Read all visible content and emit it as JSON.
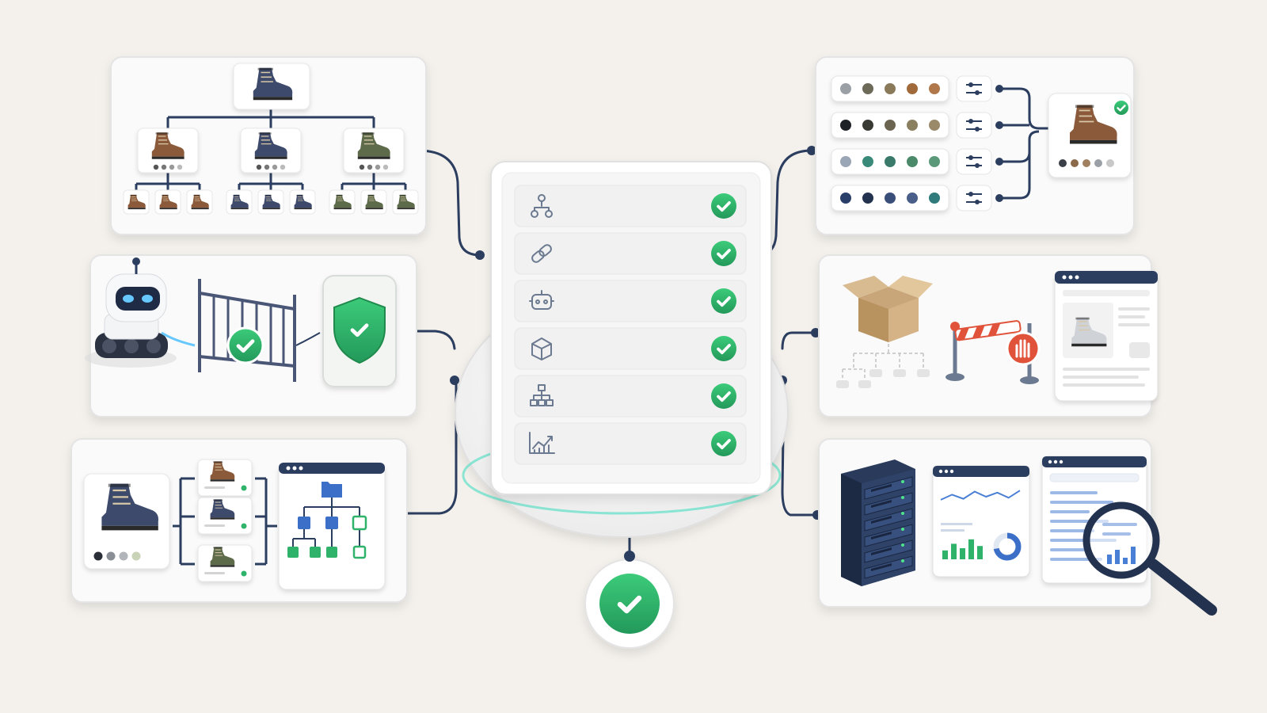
{
  "colors": {
    "background": "#f4f1ec",
    "card": "#fafafa",
    "card_edge": "#e2e2e2",
    "navy": "#2c3e5f",
    "green": "#2fb36a",
    "teal_glow": "#5fe0c8",
    "slate_icon": "#6b7a90",
    "boot_brown": "#8a5a3a",
    "boot_navy": "#3d4a6b",
    "boot_olive": "#5e6b4a",
    "barrier_red": "#e0533a",
    "chart_blue": "#4a7fd6"
  },
  "checklist": {
    "rows": [
      {
        "icon": "hierarchy-icon",
        "checked": true
      },
      {
        "icon": "link-icon",
        "checked": true
      },
      {
        "icon": "robot-icon",
        "checked": true
      },
      {
        "icon": "cube-icon",
        "checked": true
      },
      {
        "icon": "org-chart-icon",
        "checked": true
      },
      {
        "icon": "line-chart-icon",
        "checked": true
      }
    ]
  },
  "panels": [
    {
      "id": "product-hierarchy",
      "icon": "boot-icon"
    },
    {
      "id": "bot-access-control",
      "icon": "shield-check-icon"
    },
    {
      "id": "variant-linking",
      "icon": "folder-tree-icon"
    },
    {
      "id": "variant-attributes",
      "icon": "sliders-icon"
    },
    {
      "id": "out-of-stock-handling",
      "icon": "stop-hand-icon"
    },
    {
      "id": "monitoring-analytics",
      "icon": "magnifier-icon"
    }
  ],
  "swatches": {
    "rows": [
      [
        "#9aa0a6",
        "#6e6a5a",
        "#8a7a5a",
        "#a06a3a",
        "#b0784a"
      ],
      [
        "#1e2126",
        "#3a3a34",
        "#6a6450",
        "#8a8060",
        "#9a8a6a"
      ],
      [
        "#9aa6b6",
        "#3a8a7a",
        "#3a7a6a",
        "#4a8a6a",
        "#5a9a7a"
      ],
      [
        "#2a3e6a",
        "#23324f",
        "#3a4e7a",
        "#4a5e8a",
        "#2f7a7a"
      ]
    ],
    "selected_boot_swatches": [
      "#3a3f48",
      "#8a6a4a",
      "#a08060",
      "#9aa0a6",
      "#c8c8c8"
    ]
  },
  "analytics": {
    "line_values": [
      0.35,
      0.6,
      0.4,
      0.75,
      0.5,
      0.7,
      0.45,
      0.8
    ],
    "bar_values": [
      0.4,
      0.7,
      0.5,
      0.9,
      0.6
    ],
    "donut_fraction": 0.72
  }
}
